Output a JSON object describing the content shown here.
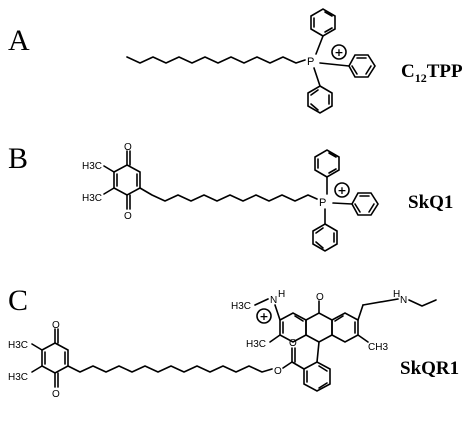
{
  "panels": [
    {
      "letter": "A",
      "compound": "C12TPP",
      "compound_main": "C",
      "compound_sub": "12",
      "compound_rest": "TPP",
      "atoms": {
        "phosphorus": "P"
      }
    },
    {
      "letter": "B",
      "compound": "SkQ1",
      "atoms": {
        "oxygen": "O",
        "methyl": "H3C",
        "phosphorus": "P"
      }
    },
    {
      "letter": "C",
      "compound": "SkQR1",
      "atoms": {
        "oxygen": "O",
        "methyl": "H3C",
        "methyl_right": "CH3",
        "nh": "N",
        "nh_h": "H"
      }
    }
  ],
  "charge_symbol": "+"
}
